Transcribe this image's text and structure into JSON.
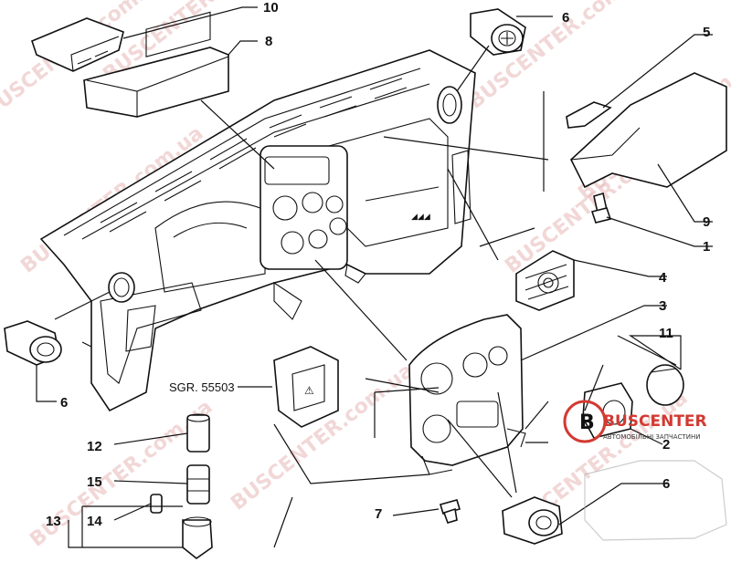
{
  "diagram": {
    "title": "Dashboard exploded parts diagram",
    "callouts": [
      {
        "id": "c1",
        "text": "1"
      },
      {
        "id": "c2",
        "text": "2"
      },
      {
        "id": "c3",
        "text": "3"
      },
      {
        "id": "c4",
        "text": "4"
      },
      {
        "id": "c5",
        "text": "5"
      },
      {
        "id": "c6a",
        "text": "6"
      },
      {
        "id": "c6b",
        "text": "6"
      },
      {
        "id": "c6c",
        "text": "6"
      },
      {
        "id": "c7",
        "text": "7"
      },
      {
        "id": "c8",
        "text": "8"
      },
      {
        "id": "c9",
        "text": "9"
      },
      {
        "id": "c10",
        "text": "10"
      },
      {
        "id": "c11",
        "text": "11"
      },
      {
        "id": "c12",
        "text": "12"
      },
      {
        "id": "c13",
        "text": "13"
      },
      {
        "id": "c14",
        "text": "14"
      },
      {
        "id": "c15",
        "text": "15"
      }
    ],
    "reference_note": "SGR. 55503"
  },
  "watermark": {
    "text": "BUSCENTER.com.ua",
    "color": "#e8b8b8"
  },
  "logo": {
    "name": "BUSCENTER",
    "subtitle": "АВТОМОБІЛЬНІ ЗАПЧАСТИНИ",
    "color": "#d23a32"
  }
}
